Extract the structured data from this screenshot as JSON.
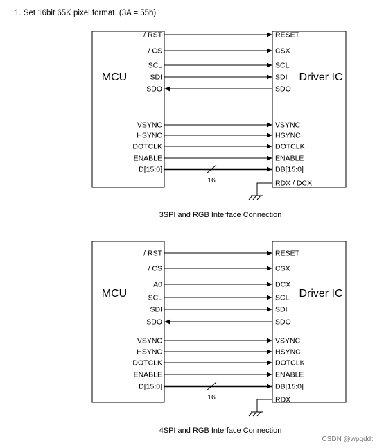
{
  "heading": "1. Set 16bit 65K pixel format. (3A = 55h)",
  "watermark": "CSDN @wpgddt",
  "diagrams": [
    {
      "mcu_label": "MCU",
      "ic_label": "Driver IC",
      "caption": "3SPI and RGB Interface Connection",
      "bus_width": "16",
      "ground_label": "RDX / DCX",
      "signals": [
        {
          "left": "/ RST",
          "right": "RESET",
          "dir": "right"
        },
        {
          "left": "/ CS",
          "right": "CSX",
          "dir": "right"
        },
        {
          "left": "SCL",
          "right": "SCL",
          "dir": "right"
        },
        {
          "left": "SDI",
          "right": "SDI",
          "dir": "right"
        },
        {
          "left": "SDO",
          "right": "SDO",
          "dir": "left"
        },
        {
          "left": "VSYNC",
          "right": "VSYNC",
          "dir": "right"
        },
        {
          "left": "HSYNC",
          "right": "HSYNC",
          "dir": "right"
        },
        {
          "left": "DOTCLK",
          "right": "DOTCLK",
          "dir": "right"
        },
        {
          "left": "ENABLE",
          "right": "ENABLE",
          "dir": "right"
        },
        {
          "left": "D[15:0]",
          "right": "DB[15:0]",
          "dir": "bus"
        }
      ]
    },
    {
      "mcu_label": "MCU",
      "ic_label": "Driver IC",
      "caption": "4SPI and RGB Interface Connection",
      "bus_width": "16",
      "ground_label": "RDX",
      "signals": [
        {
          "left": "/ RST",
          "right": "RESET",
          "dir": "right"
        },
        {
          "left": "/ CS",
          "right": "CSX",
          "dir": "right"
        },
        {
          "left": "A0",
          "right": "DCX",
          "dir": "right"
        },
        {
          "left": "SCL",
          "right": "SCL",
          "dir": "right"
        },
        {
          "left": "SDI",
          "right": "SDI",
          "dir": "right"
        },
        {
          "left": "SDO",
          "right": "SDO",
          "dir": "left"
        },
        {
          "left": "VSYNC",
          "right": "VSYNC",
          "dir": "right"
        },
        {
          "left": "HSYNC",
          "right": "HSYNC",
          "dir": "right"
        },
        {
          "left": "DOTCLK",
          "right": "DOTCLK",
          "dir": "right"
        },
        {
          "left": "ENABLE",
          "right": "ENABLE",
          "dir": "right"
        },
        {
          "left": "D[15:0]",
          "right": "DB[15:0]",
          "dir": "bus"
        }
      ]
    }
  ]
}
